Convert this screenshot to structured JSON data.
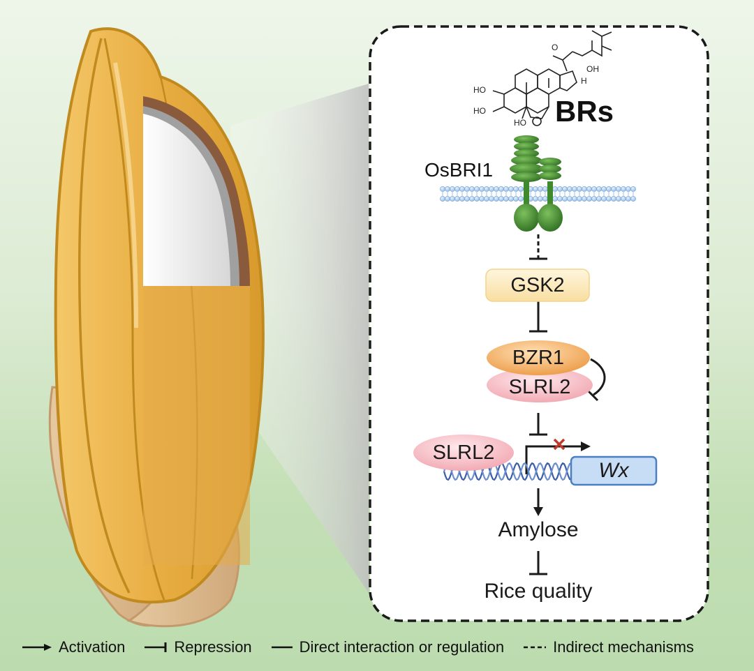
{
  "diagram": {
    "ligand": "BRs",
    "receptor": "OsBRI1",
    "kinase": "GSK2",
    "tf_top": "BZR1",
    "tf_bottom": "SLRL2",
    "dna_binder": "SLRL2",
    "gene": "Wx",
    "product": "Amylose",
    "outcome": "Rice quality",
    "chem_labels": {
      "ho1": "HO",
      "ho2": "HO",
      "ho3": "HO",
      "oh": "OH",
      "h": "H",
      "o": "O"
    }
  },
  "legend": {
    "activation": "Activation",
    "repression": "Repression",
    "direct": "Direct interaction or regulation",
    "indirect": "Indirect mechanisms"
  },
  "colors": {
    "grain": "#e6a83a",
    "membrane": "#9fc4ea",
    "receptor": "#3f8a2c",
    "gsk2": "#fbe7b4",
    "bzr1": "#f2a857",
    "slrl2": "#f4b6bd",
    "dna": "#4a6fb3",
    "gene_box": "#c7dcf5",
    "block_x": "#c0392b"
  }
}
